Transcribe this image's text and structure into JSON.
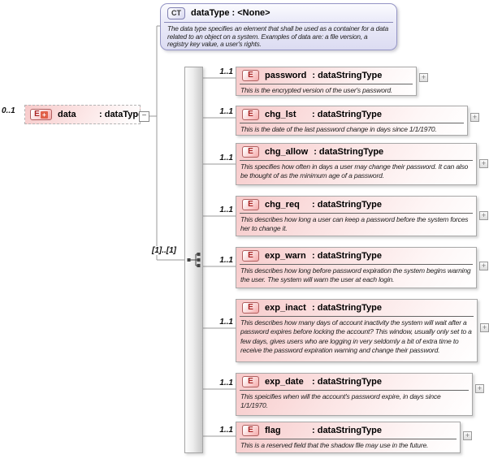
{
  "colors": {
    "element_pink": "#f7caca",
    "complextype_lavender": "#e6e6f7",
    "connector_gray": "#999999",
    "badge_red": "#a82424"
  },
  "complex_type": {
    "badge": "CT",
    "title": "dataType : <None>",
    "description": "The data type specifies an element that shall be used as a container for a data related to an object on a system. Examples of data are: a file version, a registry key value, a user's rights."
  },
  "root_element": {
    "cardinality": "0..1",
    "badge": "E",
    "badge_plus": "+",
    "name": "data",
    "type": ": dataType",
    "collapse_glyph": "−"
  },
  "sequence": {
    "cardinality": "[1]..[1]"
  },
  "elements": [
    {
      "cardinality": "1..1",
      "badge": "E",
      "name": "password",
      "type": ": dataStringType",
      "expand_glyph": "+",
      "description": "This is the encrypted version of the user's password."
    },
    {
      "cardinality": "1..1",
      "badge": "E",
      "name": "chg_lst",
      "type": ": dataStringType",
      "expand_glyph": "+",
      "description": "This is the date of the last password change in days since 1/1/1970."
    },
    {
      "cardinality": "1..1",
      "badge": "E",
      "name": "chg_allow",
      "type": ": dataStringType",
      "expand_glyph": "+",
      "description": "This specifies how often in days a user may change their password.  It can also be thought of as the minimum age of a password."
    },
    {
      "cardinality": "1..1",
      "badge": "E",
      "name": "chg_req",
      "type": ": dataStringType",
      "expand_glyph": "+",
      "description": "This describes how long a user can keep a password before the system forces her to change it."
    },
    {
      "cardinality": "1..1",
      "badge": "E",
      "name": "exp_warn",
      "type": ": dataStringType",
      "expand_glyph": "+",
      "description": "This describes how long before password expiration the system begins warning the user.  The system will warn the user at each login."
    },
    {
      "cardinality": "1..1",
      "badge": "E",
      "name": "exp_inact",
      "type": ": dataStringType",
      "expand_glyph": "+",
      "description": "This describes how many days of account inactivity the system will wait after a password expires before locking the account? This window, usually only set to a few days, gives users who are logging in very seldomly a bit of extra time to receive the password expiration warning and change their password."
    },
    {
      "cardinality": "1..1",
      "badge": "E",
      "name": "exp_date",
      "type": ": dataStringType",
      "expand_glyph": "+",
      "description": "This speicifies when will the account's password expire, in days since 1/1/1970."
    },
    {
      "cardinality": "1..1",
      "badge": "E",
      "name": "flag",
      "type": ": dataStringType",
      "expand_glyph": "+",
      "description": "This is a reserved field that the shadow file may use in the future."
    }
  ]
}
